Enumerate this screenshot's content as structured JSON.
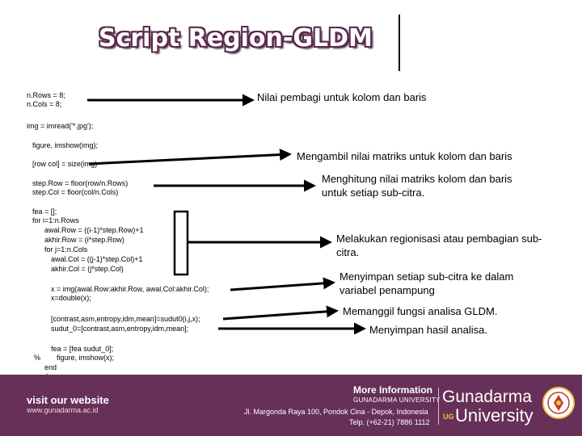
{
  "title": "Script Region-GLDM",
  "code": {
    "l1": "n.Rows = 8;",
    "l2": "n.Cols = 8;",
    "l3": "img = imread('*.jpg');",
    "l4": "figure, imshow(img);",
    "l5": "[row col] = size(img)",
    "l6": "step.Row = floor(row/n.Rows)",
    "l7": "step.Col = floor(col/n.Cols)",
    "l8": "fea = [];",
    "l9": "for i=1:n.Rows",
    "l10": "awal.Row = ((i-1)*step.Row)+1",
    "l11": "akhir.Row = (i*step.Row)",
    "l12": "for j=1:n.Cols",
    "l13": "awal.Col = ((j-1)*step.Col)+1",
    "l14": "akhir.Col = (j*step.Col)",
    "l15": "x = img(awal.Row:akhir.Row, awal.Col:akhir.Col);",
    "l16": "x=double(x);",
    "l17": "[contrast,asm,entropy,idm,mean]=sudut0(i,j,x);",
    "l18": "sudut_0=[contrast,asm,entropy,idm,mean];",
    "l19": "fea = [fea sudut_0];",
    "l20_pct": "%",
    "l20": "figure, imshow(x);",
    "l21": "end",
    "l22": "end"
  },
  "notes": {
    "n1": "Nilai pembagi untuk kolom dan baris",
    "n2": "Mengambil nilai matriks untuk  kolom dan baris",
    "n3a": "Menghitung nilai matriks kolom dan baris",
    "n3b": "untuk setiap sub-citra.",
    "n4a": "Melakukan regionisasi atau pembagian sub-",
    "n4b": "citra.",
    "n5a": "Menyimpan setiap sub-citra ke dalam",
    "n5b": "variabel penampung",
    "n6": "Memanggil fungsi analisa GLDM.",
    "n7": "Menyimpan hasil analisa."
  },
  "footer": {
    "visit": "visit our website",
    "url": "www.gunadarma.ac.id",
    "more": "More Information",
    "university": "GUNADARMA UNIVERSITY",
    "address": "Jl. Margonda Raya 100, Pondok Cina - Depok, Indonesia",
    "tel": "Telp. (+62-21) 7886 1112",
    "logo_top": "Gunadarma",
    "logo_bottom": "University",
    "logo_mark": "UG"
  },
  "colors": {
    "footer_bg": "#673058",
    "title_outline": "#5b2a4d"
  },
  "icons": [
    "arrow-right-icon",
    "bracket-icon",
    "university-seal-icon"
  ]
}
